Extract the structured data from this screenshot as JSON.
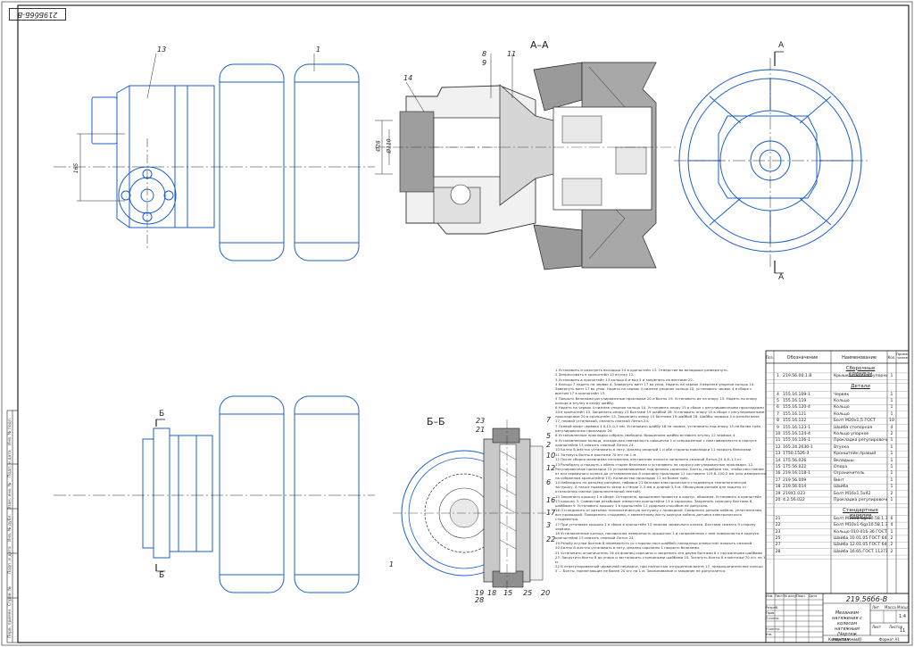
{
  "drawing_code": "219Бб6Б-В",
  "section_labels": {
    "aa_title": "А–А",
    "aa_mark_top": "А",
    "aa_mark_bottom": "А",
    "bb_title": "Б–Б",
    "bb_mark_top": "Б",
    "bb_mark_bottom": "Б"
  },
  "callouts_top": [
    "13",
    "1",
    "14",
    "8",
    "9",
    "11"
  ],
  "callouts_bottom": [
    "23",
    "21",
    "7",
    "5",
    "2",
    "10",
    "12",
    "6",
    "16",
    "17",
    "3",
    "22",
    "1",
    "19",
    "18",
    "15",
    "25",
    "20",
    "28"
  ],
  "dim_labels": {
    "d1": "Ø28",
    "d2": "Ø110",
    "h1": "165"
  },
  "notes": [
    "1 Установить и разогреть вкладыш 14 в кронштейн 13. Отверстие во вкладыше разверзнуть.",
    "2 Запрессовать в кронштейн 13 втулку 12.",
    "3 Установить в кронштейн 13 кольцо 6 и вал 5 и закрепить их винтами 22.",
    "4 Кольцо 7 надеть на червяк 4. Завернуть винт 17 во упор. Надеть на червяк 4 верхнее упорное кольцо 10. Завернуть винт 17 во упор. Надеть на червяк 4 нижнее упорное кольцо 10, установить червяк 4 в сборе с винтом 17 в кронштейн 13.",
    "5 Покрыть белилами регулировочные прокладки 20 и болты 19. Установить их на опору 15. Надеть на опору кольцо и втулку в опору шайбу.",
    "6 Надеть на червяк 4 нижнее упорное кольцо 10. Установить опору 15 в сборе с регулировочными прокладками 20 в кронштейн 13. Закрепить опору 15 болтами 19 шайбой 28. Установить опору 15 в сборе с регулировочными прокладками 20 в кронштейн 13. Закрепить опору 15 болтами 19 шайбой 28. Шайбы червяка 4 и разъём вала 17, первой установкой, смазать смазкой Литол-24.",
    "7 Осевой люфт червяка 4 0,15–0,5 мм. Установить шайбу 18 на червяк, установить под опору 15 не более трёх регулировочных прокладок 20.",
    "8 Установленные прокладки собрать свободно. Вращением шайбы вставить втулку 12 червяка 4.",
    "9 Установленные кольца, посадочная поверхность крышечки 1 и сопряжённые с ним поверхности в корпусе кронштейна 13 смазать смазкой Литол-24.",
    "10 Болты 8 жёстко установить в пяту, фланец опорный 1 и обе стороны прокладки 11 покрыть белилами.",
    "11 Затянуть болты в монтажи 70 кгс на 1 м.",
    "12 После сборки механизма натяжения, внутренние полости заполнить смазкой Литол-24 0,8–1,5 кг.",
    "13 Разобрать и покрыть с обеих сторон белилами и установить на сорочку регулировочные прокладки. 12. Регулировочные прокладки 11 устанавливаемые под фланец сорочины. Болты, подобрав так, чтобы расстояние от оси червячного колеса до установленных 8 сорочину прокладок 11 составило 119,8–120,2 мм (оно измеряется на собранном кронштейне 13). Количество прокладок 11 не более трёх.",
    "14 Наблюдать по разъёму разъёма, набивки 21 болтами электрического стыдометра технологическую заглушку. А также проверить зазор в гнезде 2–3 мм и длиной 3,5 м. Обнаружив разъём для защиты от отключения смазки (дополнительной лентой).",
    "15 Закрепить крышку 1 в сборе. Осторожно, вращением провести в корпус, обжимая. Установить в кронштейн 13 крышку 3. Совместив резьбовые отверстия кронштейна 13 и сорочины. Закрепить сорочину болтами 8, шайбами 9. Установить крышку 1 в кронштейн 13 ударным способом не допуская.",
    "16 Отсоединить от разъёма технологическую заглушку с проводкой. Соединить разъём кабеля, уплотнителем, все проводкой. Прикрепить стыдомер, к моментному листу корпуса кабель датчика электрического стыдометра.",
    "17 При установке крышки 1 в сборе в кронштейн 13 нижняя червячного колеса. Болтами смазать 9 сторону червяка.",
    "18 Установленные кольца, посадочная поверхность крышечки 1 и сопряжённые с ним поверхности в корпусе кронштейна 13 смазать смазкой Литол-24.",
    "19 Резьбу втулки болтом 8 перевёрнуть со стороны носа шайбой (заподлицо отверстие) покрыть смазкой.",
    "20 Болты 8 жёстко установить в пяту, фланец сорочины 1 покрыть белилами.",
    "21 Установить ограничитель 16 на фланец сорочины и закрепить его двумя болтами 8 с пружинными шайбами 27. Закрутить болты 8 до упора и застопорить стопорными шайбами 10. Затянуть болты 8 в монтажи 70 кгс на 1 м.",
    "22 В отрегулированный червячной передаче, при полностью отпущенном винте 17, предохранительное кольцо 5 ... Болты, прилегающие не более 20 кгс на 1 м. Заклинивание и заедание не допускается."
  ],
  "spec": {
    "col_headers": {
      "pos": "Поз.",
      "des": "Обозначение",
      "name": "Наименование",
      "qty": "Кол.",
      "note": "Приме-чание"
    },
    "sec_assembly": "Сборочные единицы",
    "assembly": [
      {
        "pos": "1",
        "des": "219.56.00.1.В",
        "name": "Крышка с кольцо-упорным ободом",
        "qty": "1"
      }
    ],
    "sec_parts": "Детали",
    "parts": [
      {
        "pos": "4",
        "des": "155.16.109-1",
        "name": "Червяк",
        "qty": "1"
      },
      {
        "pos": "5",
        "des": "155.16.119",
        "name": "Кольцо",
        "qty": "1"
      },
      {
        "pos": "6",
        "des": "155.16.120-4",
        "name": "Кольцо",
        "qty": "1"
      },
      {
        "pos": "7",
        "des": "155.16.121",
        "name": "Кольцо",
        "qty": "1"
      },
      {
        "pos": "8",
        "des": "155.16.122",
        "name": "Болт М20х1,5 ГОСТ",
        "qty": "10"
      },
      {
        "pos": "9",
        "des": "155.16.123-1",
        "name": "Шайба стопорная",
        "qty": "4"
      },
      {
        "pos": "10",
        "des": "155.16.124-4",
        "name": "Кольцо упорное",
        "qty": "2"
      },
      {
        "pos": "11",
        "des": "155.16.126-1",
        "name": "Прокладка регулировочная",
        "qty": "1"
      },
      {
        "pos": "12",
        "des": "165.24.2630-1",
        "name": "Втулка",
        "qty": "1"
      },
      {
        "pos": "13",
        "des": "1750.1526-3",
        "name": "Кронштейн правый",
        "qty": "1"
      },
      {
        "pos": "14",
        "des": "175.56.026",
        "name": "Вкладыш",
        "qty": "1"
      },
      {
        "pos": "15",
        "des": "175.56.022",
        "name": "Опора",
        "qty": "1"
      },
      {
        "pos": "16",
        "des": "219.16.118-1",
        "name": "Ограничитель",
        "qty": "1"
      },
      {
        "pos": "17",
        "des": "219.56.009",
        "name": "Винт",
        "qty": "1"
      },
      {
        "pos": "18",
        "des": "219.56.014",
        "name": "Шайба",
        "qty": "1"
      },
      {
        "pos": "19",
        "des": "219Х1.023",
        "name": "Болт М16х1,5х42",
        "qty": "2"
      },
      {
        "pos": "20",
        "des": "4.2.56.022",
        "name": "Прокладка регулировочная",
        "qty": "1"
      }
    ],
    "sec_standard": "Стандартные изделия",
    "standard": [
      {
        "pos": "21",
        "des": "",
        "name": "Болт М10х1-6gх10.58.1.35.ГОСТ",
        "qty": "6"
      },
      {
        "pos": "22",
        "des": "",
        "name": "Болт М10х1-6gх10.58.1.35.ГОСТ",
        "qty": "4"
      },
      {
        "pos": "23",
        "des": "",
        "name": "Кольцо 010-016-36 ГОСТ 18829",
        "qty": "1"
      },
      {
        "pos": "25",
        "des": "",
        "name": "Шайба 10.01.05 ГОСТ 6402-70",
        "qty": "2"
      },
      {
        "pos": "27",
        "des": "",
        "name": "Шайба 12.01.05 ГОСТ 6402-70",
        "qty": "2"
      },
      {
        "pos": "28",
        "des": "",
        "name": "Шайба 16.65.ГОСТ 11371-78",
        "qty": "2"
      }
    ]
  },
  "title_block": {
    "code": "219.56б6-В",
    "name": "Механизм натяжения с колесом натяжным (Чертеж монтажный)",
    "lit": "Лит.",
    "mass": "Масса",
    "scale": "Масштаб",
    "scale_value": "1:4",
    "sheet_label": "Лист",
    "sheets_label": "Листов",
    "sheets": "11",
    "izm": "Изм.",
    "list": "Лист",
    "ndoc": "№ докум.",
    "podp": "Подп.",
    "data": "Дата",
    "rows": [
      "Разраб.",
      "Пров.",
      "Т.контр.",
      "",
      "Н.контр.",
      "Утв."
    ],
    "copied": "Копировал",
    "format": "Формат А1"
  },
  "side_strip": [
    "Перв. примен.",
    "Справ. №",
    "Подп. и дата",
    "Инв. № дубл.",
    "Взам. инв. №",
    "Подп. и дата",
    "Инв. № подл."
  ]
}
